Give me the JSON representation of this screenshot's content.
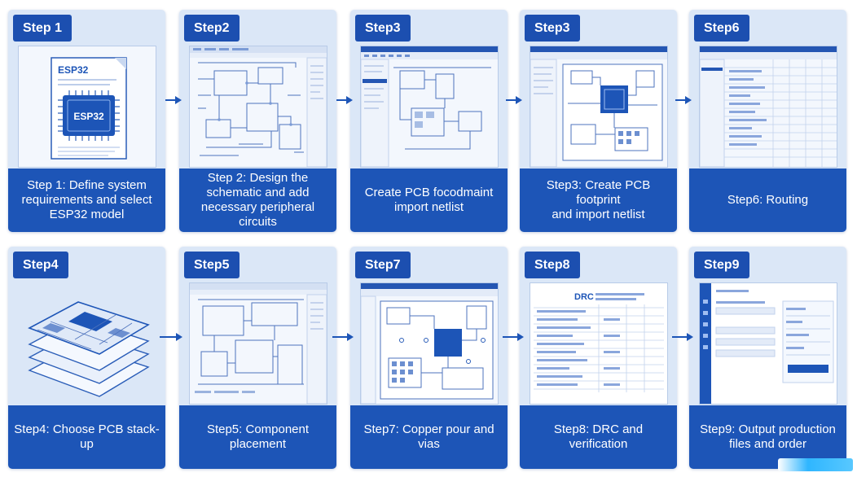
{
  "row1": [
    {
      "badge": "Step 1",
      "caption": "Step 1: Define system requirements and select ESP32 model",
      "illus": "esp32-doc"
    },
    {
      "badge": "Step2",
      "caption": "Step 2: Design the schematic and add necessary peripheral circuits",
      "illus": "schematic"
    },
    {
      "badge": "Step3",
      "caption": "Create PCB focodmaint import netlist",
      "illus": "eda"
    },
    {
      "badge": "Step3",
      "caption": "Step3: Create PCB footprint\nand import netlist",
      "illus": "pcb"
    },
    {
      "badge": "Step6",
      "caption": "Step6: Routing",
      "illus": "table"
    }
  ],
  "row2": [
    {
      "badge": "Step4",
      "caption": "Step4: Choose PCB stack-up",
      "illus": "stackup"
    },
    {
      "badge": "Step5",
      "caption": "Step5: Component placement",
      "illus": "schematic"
    },
    {
      "badge": "Step7",
      "caption": "Step7: Copper pour and vias",
      "illus": "pcb"
    },
    {
      "badge": "Step8",
      "caption": "Step8: DRC and verification",
      "illus": "drc"
    },
    {
      "badge": "Step9",
      "caption": "Step9: Output production files and order",
      "illus": "order"
    }
  ],
  "doc": {
    "title": "ESP32",
    "chip": "ESP32"
  },
  "drc": {
    "title": "DRC"
  },
  "colors": {
    "accent": "#1d55b7",
    "badge": "#1c4fb0",
    "card": "#dbe7f7",
    "line": "#2a5db8"
  }
}
